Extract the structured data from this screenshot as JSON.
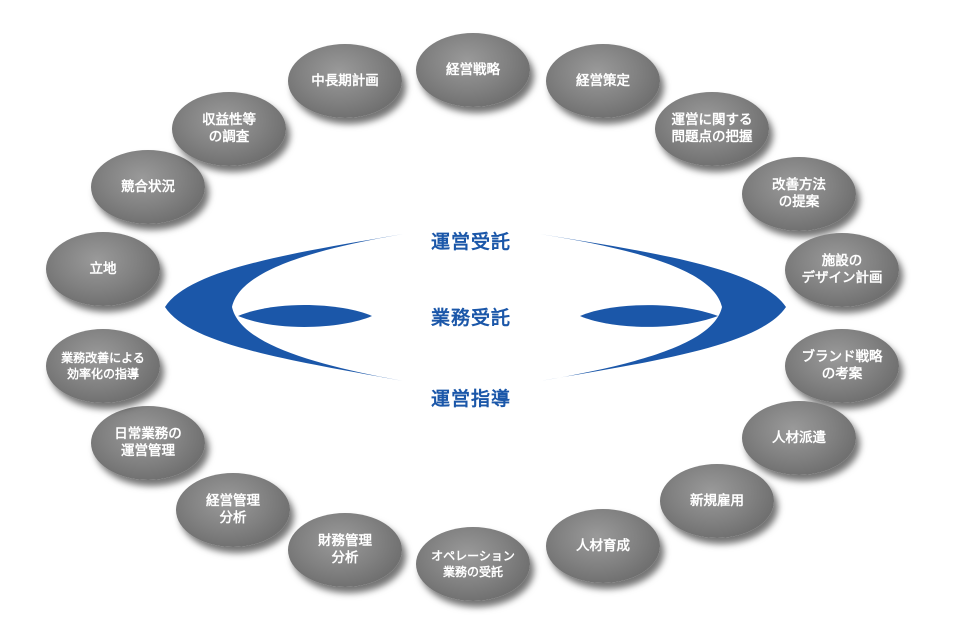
{
  "center": {
    "top": "運営受託",
    "middle": "業務受託",
    "bottom": "運営指導",
    "color": "#1b57a9"
  },
  "nodes": [
    "経営戦略",
    "経営策定",
    "運営に関する\n問題点の把握",
    "改善方法\nの提案",
    "施設の\nデザイン計画",
    "ブランド戦略\nの考案",
    "人材派遣",
    "新規雇用",
    "人材育成",
    "オペレーション\n業務の受託",
    "財務管理\n分析",
    "経営管理\n分析",
    "日常業務の\n運営管理",
    "業務改善による\n効率化の指導",
    "立地",
    "競合状況",
    "収益性等\nの調査",
    "中長期計画"
  ]
}
